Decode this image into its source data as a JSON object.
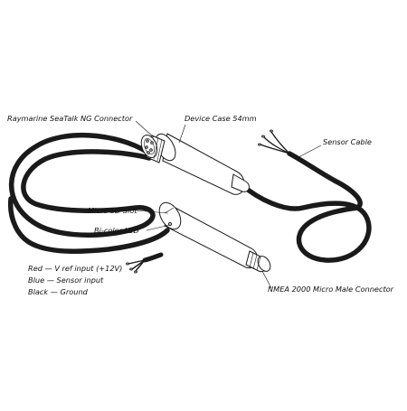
{
  "labels": {
    "raymarine": "Raymarine SeaTalk NG Connector",
    "device_case": "Device Case 54mm",
    "sensor_cable": "Sensor Cable",
    "micro_sd": "Micro SD Slot",
    "bicolor_led": "Bi-color LED",
    "nmea": "NMEA 2000 Micro Male Connector"
  },
  "wire_legend": [
    "Red — V ref input (+12V)",
    "Blue — Sensor input",
    "Black — Ground"
  ]
}
